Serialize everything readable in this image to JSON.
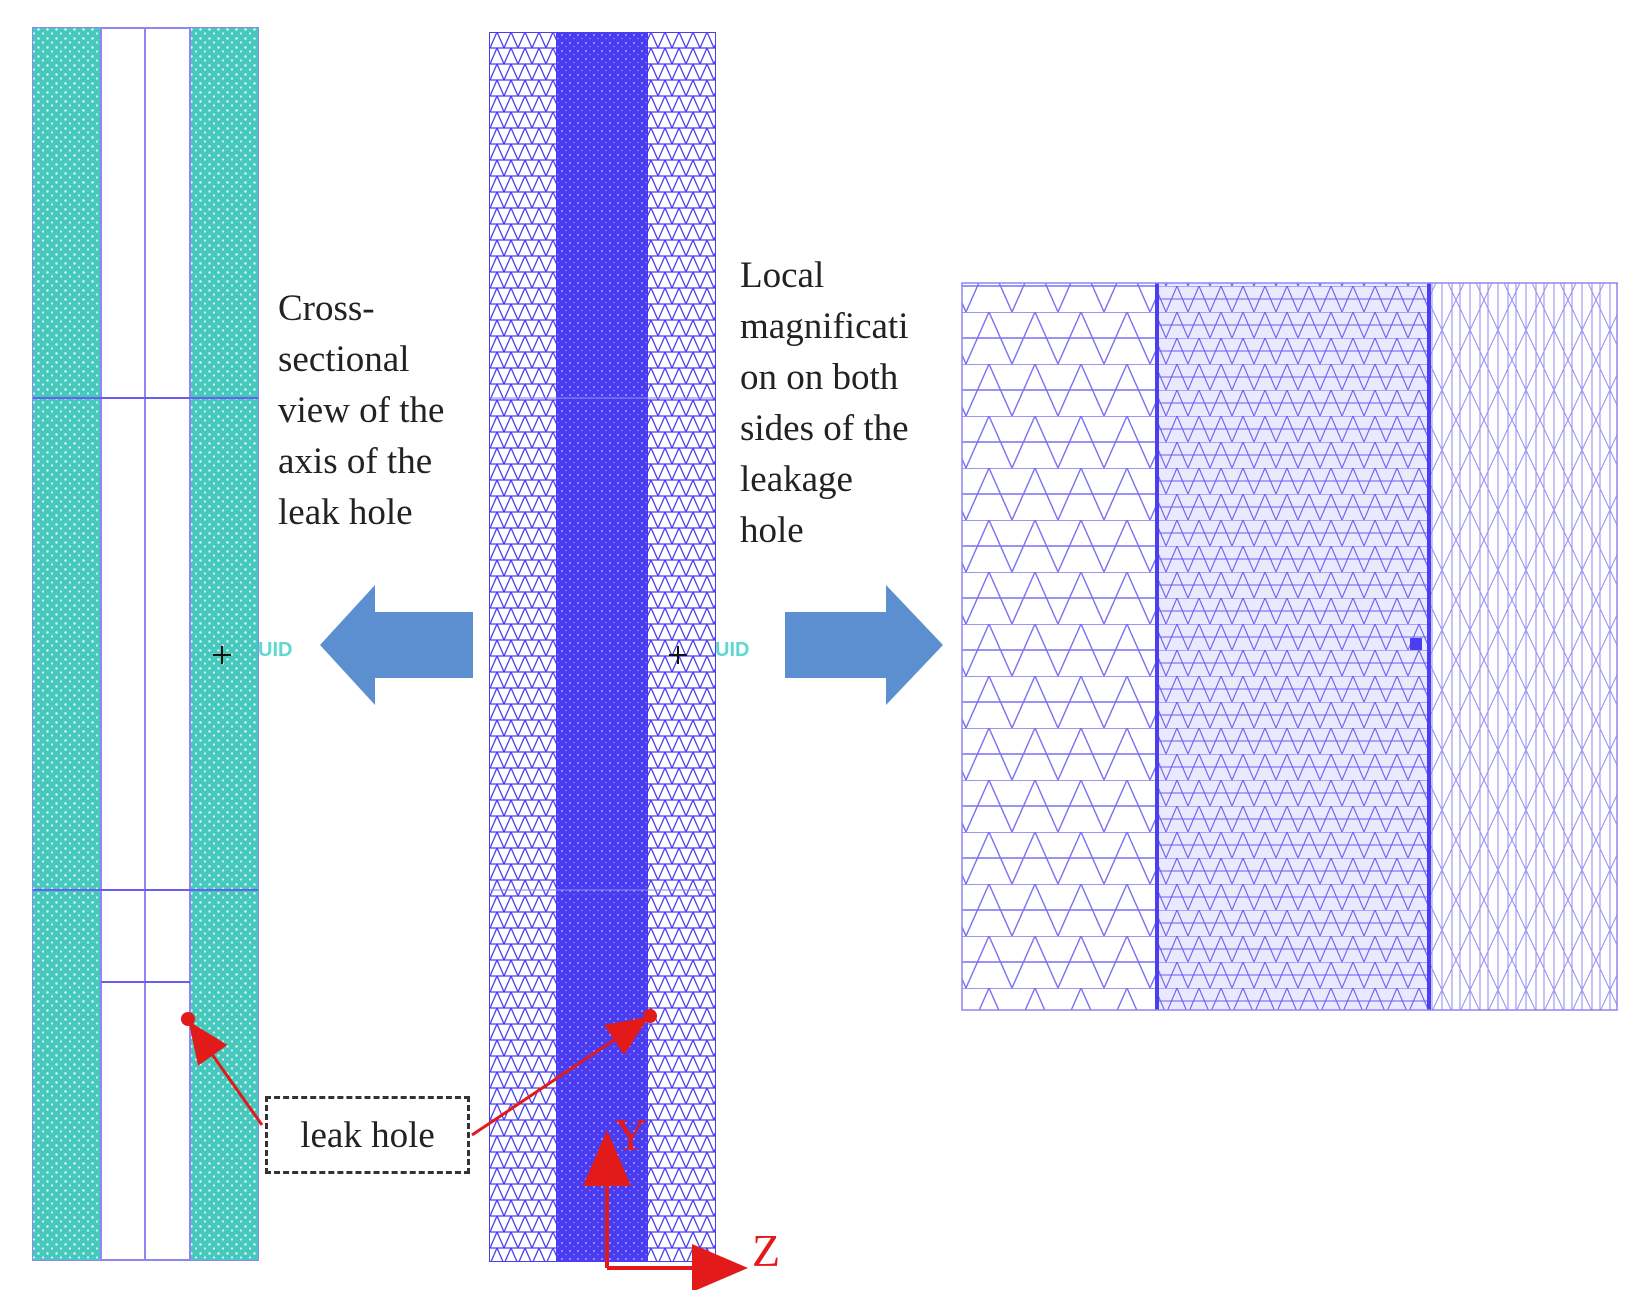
{
  "labels": {
    "left_caption": "Cross-\nsectional\nview of the\naxis of the\nleak hole",
    "right_caption": "Local\nmagnificati\non on both\nsides of the\nleakage\nhole",
    "leak_hole": "leak hole",
    "axis_y": "Y",
    "axis_z": "Z",
    "fluid_tag_left": "UID",
    "fluid_tag_mid": "UID"
  },
  "colors": {
    "mesh_teal": "#35c4b8",
    "mesh_blue": "#4b3ef0",
    "mesh_line": "#7a6ff2",
    "arrow_blue": "#5b8fcf",
    "annotation_red": "#e31a1a"
  },
  "icons": {
    "left_arrow": "arrow-left-icon",
    "right_arrow": "arrow-right-icon",
    "origin_marker": "crosshair-icon"
  }
}
